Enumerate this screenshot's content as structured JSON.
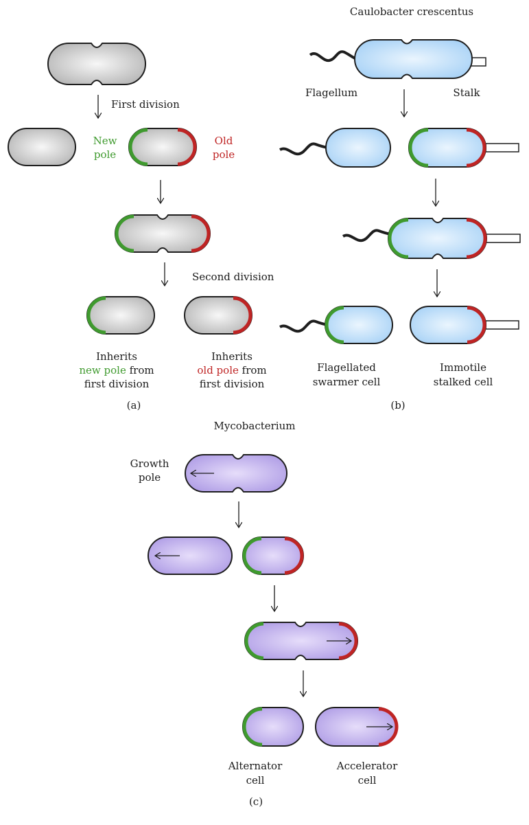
{
  "colors": {
    "new_pole": "#3f9a2e",
    "old_pole": "#bf2424",
    "gray_cell": "#d8d8d8",
    "blue_cell": "#c8e4fb",
    "purple_cell": "#c7b7ee",
    "outline": "#1e1e1e"
  },
  "panel_a": {
    "label": "(a)",
    "first_division": "First division",
    "new_pole_line1": "New",
    "new_pole_line2": "pole",
    "old_pole_line1": "Old",
    "old_pole_line2": "pole",
    "second_division": "Second division",
    "left_desc_line1": "Inherits",
    "left_desc_colored": "new pole",
    "left_desc_rest": " from",
    "left_desc_line3": "first division",
    "right_desc_line1": "Inherits",
    "right_desc_colored": "old pole",
    "right_desc_rest": " from",
    "right_desc_line3": "first division"
  },
  "panel_b": {
    "label": "(b)",
    "title": "Caulobacter crescentus",
    "flagellum": "Flagellum",
    "stalk": "Stalk",
    "swarmer_line1": "Flagellated",
    "swarmer_line2": "swarmer cell",
    "stalked_line1": "Immotile",
    "stalked_line2": "stalked cell"
  },
  "panel_c": {
    "label": "(c)",
    "title": "Mycobacterium",
    "growth_line1": "Growth",
    "growth_line2": "pole",
    "alternator_line1": "Alternator",
    "alternator_line2": "cell",
    "accelerator_line1": "Accelerator",
    "accelerator_line2": "cell"
  }
}
